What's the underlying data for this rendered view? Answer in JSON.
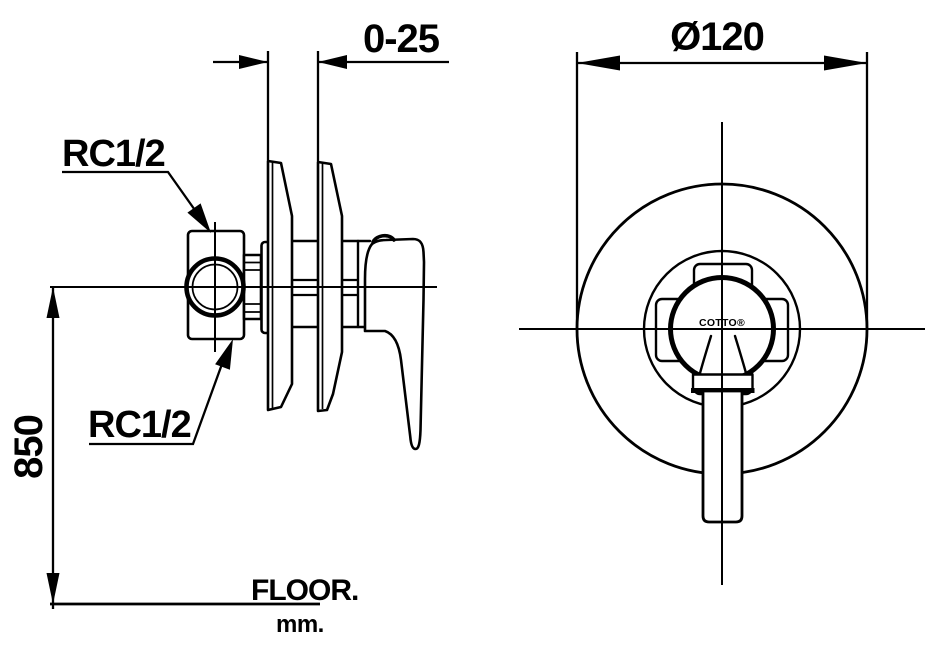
{
  "page": {
    "background": "#ffffff",
    "ink": "#000000",
    "description": "Technical installation drawing of a concealed shower mixer valve, side view and front view"
  },
  "views": {
    "side_view": {
      "dimensions": {
        "depth_range": "0-25",
        "height_from_floor": "850"
      },
      "labels": {
        "inlet_top": "RC1/2",
        "inlet_bottom": "RC1/2",
        "floor": "FLOOR.",
        "unit": "mm."
      }
    },
    "front_view": {
      "dimensions": {
        "plate_diameter": "Ø120"
      },
      "labels": {
        "brand": "COTTO®"
      }
    }
  }
}
